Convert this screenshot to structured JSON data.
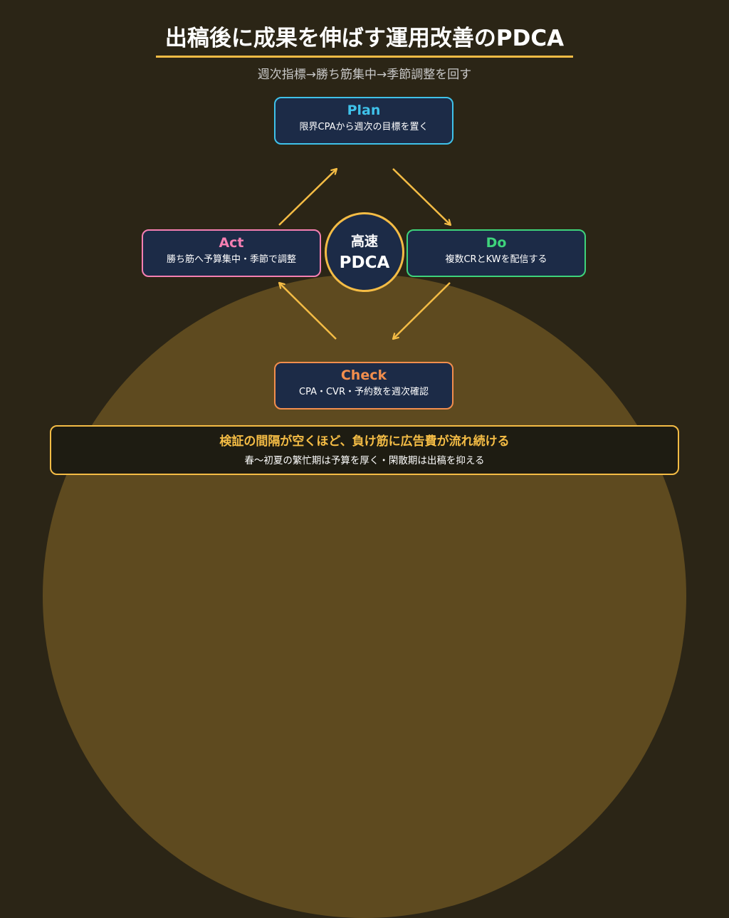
{
  "header": {
    "title": "出稿後に成果を伸ばす運用改善のPDCA",
    "subtitle": "週次指標→勝ち筋集中→季節調整を回す"
  },
  "cycle": {
    "plan": {
      "title": "Plan",
      "desc": "限界CPAから週次の目標を置く"
    },
    "do": {
      "title": "Do",
      "desc": "複数CRとKWを配信する"
    },
    "check": {
      "title": "Check",
      "desc": "CPA・CVR・予約数を週次確認"
    },
    "act": {
      "title": "Act",
      "desc": "勝ち筋へ予算集中・季節で調整"
    }
  },
  "center": {
    "line1": "高速",
    "line2": "PDCA"
  },
  "footer": {
    "line1": "検証の間隔が空くほど、負け筋に広告費が流れ続ける",
    "line2": "春〜初夏の繁忙期は予算を厚く・閑散期は出稿を抑える"
  },
  "colors": {
    "accent": "#f4bc45",
    "plan": "#3fc2ea",
    "do": "#3ed37b",
    "check": "#f28e4d",
    "act": "#f57fb2",
    "box_fill": "#1c2b47"
  }
}
